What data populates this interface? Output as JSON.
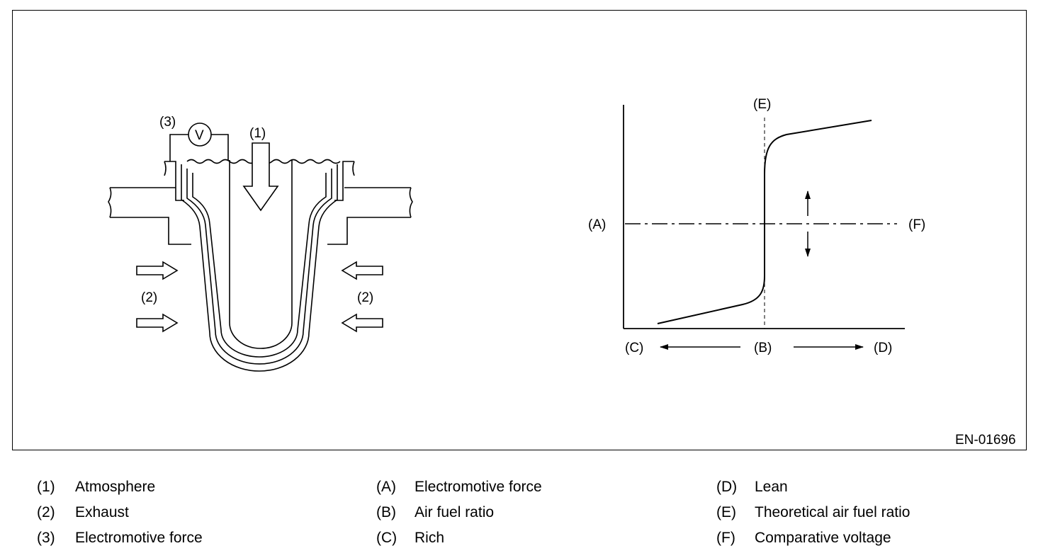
{
  "figure": {
    "code": "EN-01696",
    "sensor_labels": {
      "one": "(1)",
      "two_left": "(2)",
      "two_right": "(2)",
      "three": "(3)",
      "voltmeter": "V"
    },
    "graph_labels": {
      "a": "(A)",
      "b": "(B)",
      "c": "(C)",
      "d": "(D)",
      "e": "(E)",
      "f": "(F)"
    }
  },
  "legend": {
    "col1": [
      {
        "key": "(1)",
        "text": "Atmosphere"
      },
      {
        "key": "(2)",
        "text": "Exhaust"
      },
      {
        "key": "(3)",
        "text": "Electromotive force"
      }
    ],
    "col2": [
      {
        "key": "(A)",
        "text": "Electromotive force"
      },
      {
        "key": "(B)",
        "text": "Air fuel ratio"
      },
      {
        "key": "(C)",
        "text": "Rich"
      }
    ],
    "col3": [
      {
        "key": "(D)",
        "text": "Lean"
      },
      {
        "key": "(E)",
        "text": "Theoretical air fuel ratio"
      },
      {
        "key": "(F)",
        "text": "Comparative voltage"
      }
    ]
  }
}
